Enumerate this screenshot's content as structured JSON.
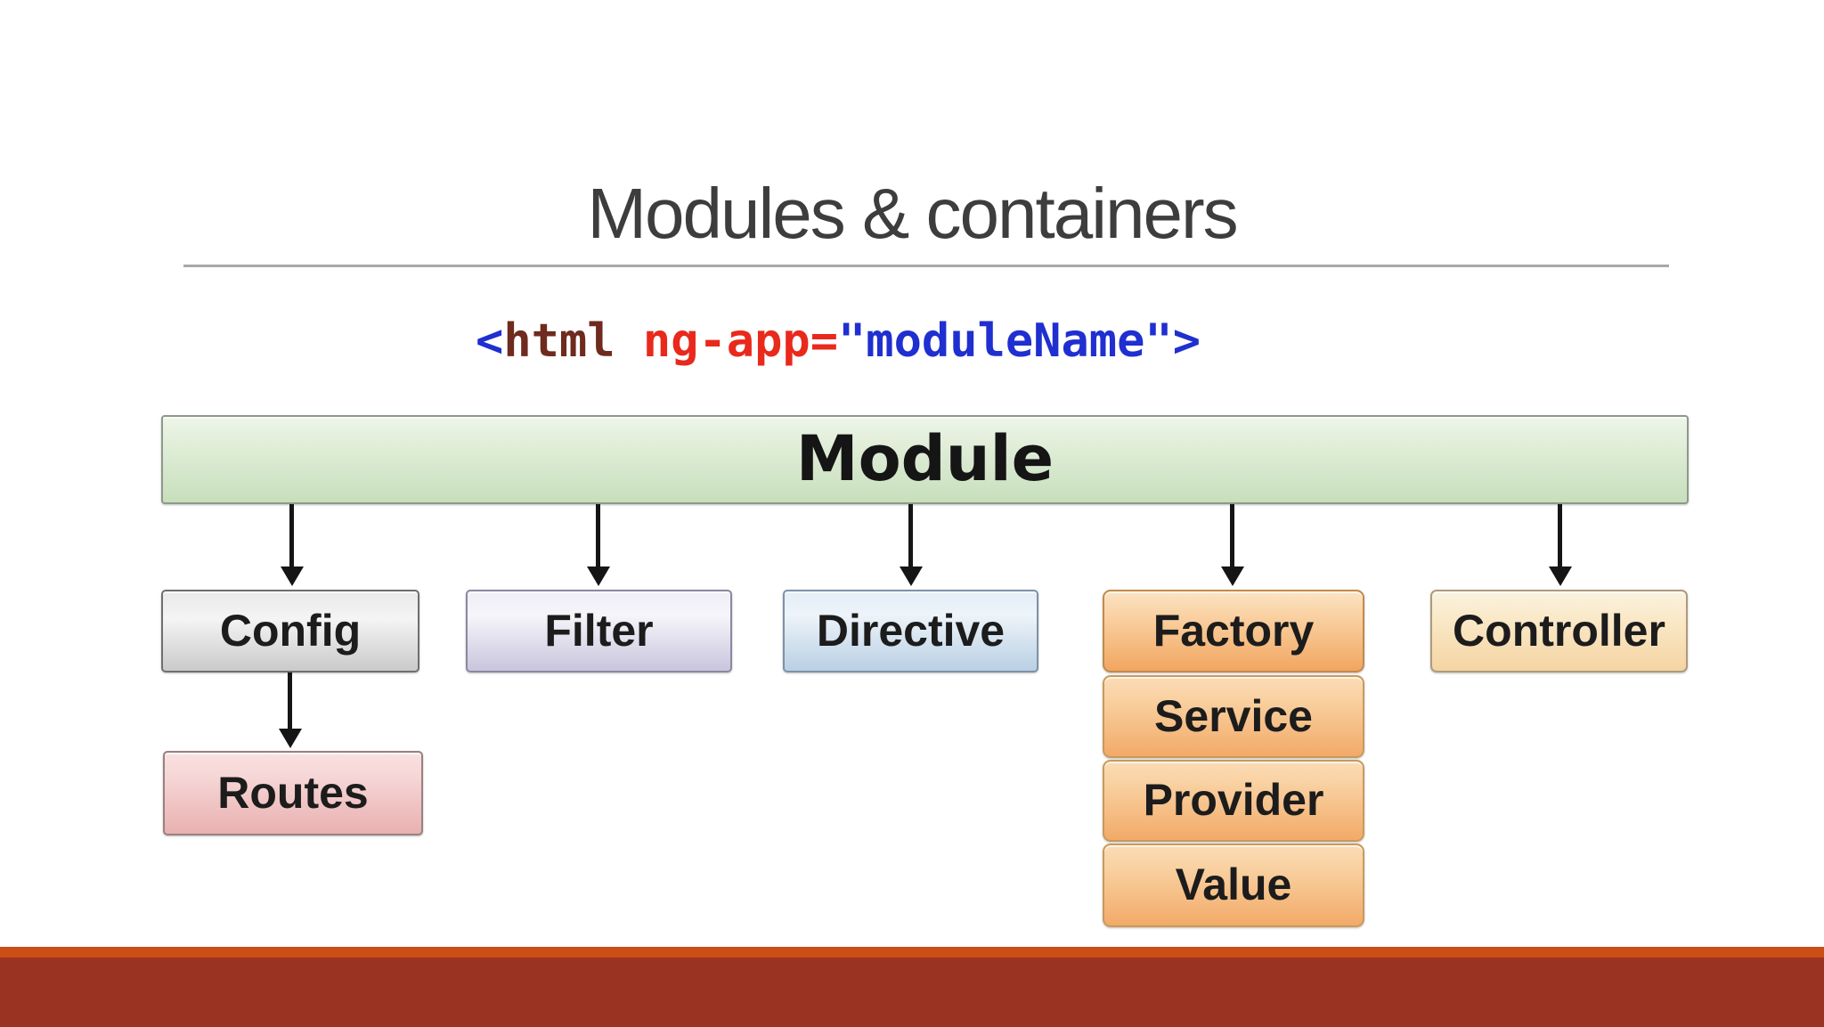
{
  "slide": {
    "title": "Modules & containers",
    "code": {
      "segments": [
        {
          "text": "<",
          "color": "#1f2fd0"
        },
        {
          "text": "html",
          "color": "#6e2b1e"
        },
        {
          "text": " ng-app=",
          "color": "#e8291c"
        },
        {
          "text": "\"moduleName\"",
          "color": "#1f2fd0"
        },
        {
          "text": ">",
          "color": "#1f2fd0"
        }
      ]
    },
    "boxes": {
      "module": "Module",
      "config": "Config",
      "filter": "Filter",
      "directive": "Directive",
      "factory": "Factory",
      "controller": "Controller",
      "routes": "Routes",
      "service": "Service",
      "provider": "Provider",
      "value": "Value"
    },
    "theme": {
      "background": "#ffffff",
      "title_color": "#3d3d3d",
      "underline_color": "#a8a8a8",
      "arrow_color": "#151515",
      "module_green": "#d4e6ca",
      "config_gray": "#dcdcdc",
      "filter_lavender": "#d5d1e6",
      "directive_blue": "#c8d9ea",
      "factory_orange": "#f5b476",
      "controller_tan": "#f8e0b4",
      "routes_pink": "#efc2c2",
      "footer_accent_orange": "#cb4e17",
      "footer_rust": "#9a3322"
    }
  }
}
